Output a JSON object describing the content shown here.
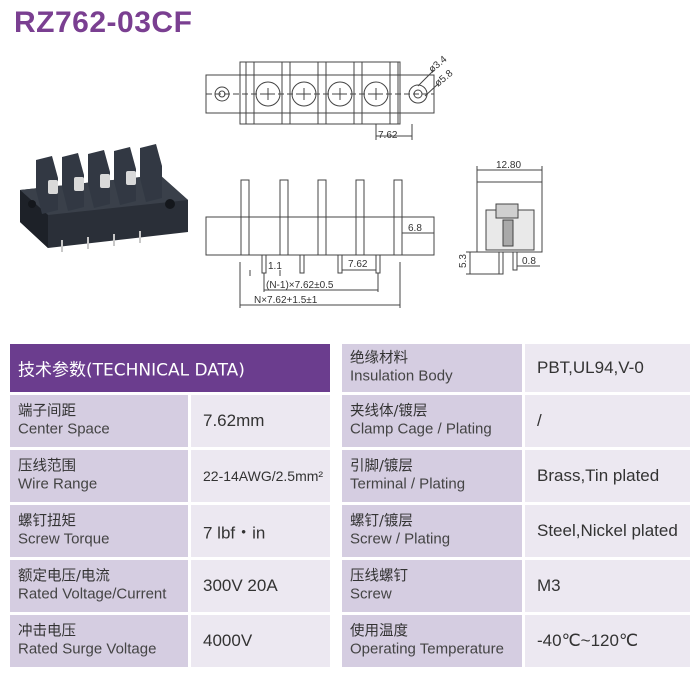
{
  "title": "RZ762-03CF",
  "drawing": {
    "dim_hole_small": "ø3.4",
    "dim_hole_large": "ø5.8",
    "dim_pitch_top": "7.62",
    "dim_side_width": "12.80",
    "dim_6_8": "6.8",
    "dim_1_1": "1.1",
    "dim_pitch_front": "7.62",
    "dim_n1": "(N-1)×7.62±0.5",
    "dim_total": "N×7.62+1.5±1",
    "dim_5_3": "5.3",
    "dim_0_8": "0.8"
  },
  "table": {
    "header_left": "技术参数(TECHNICAL DATA)",
    "left_rows": [
      {
        "zh": "端子间距",
        "en": "Center Space",
        "value": "7.62mm"
      },
      {
        "zh": "压线范围",
        "en": "Wire Range",
        "value": "22-14AWG/2.5mm²"
      },
      {
        "zh": "螺钉扭矩",
        "en": "Screw Torque",
        "value": "7 lbf・in"
      },
      {
        "zh": "额定电压/电流",
        "en": "Rated Voltage/Current",
        "value": "300V 20A"
      },
      {
        "zh": "冲击电压",
        "en": "Rated Surge Voltage",
        "value": "4000V"
      }
    ],
    "right_rows": [
      {
        "zh": "绝缘材料",
        "en": "Insulation Body",
        "value": "PBT,UL94,V-0"
      },
      {
        "zh": "夹线体/镀层",
        "en": "Clamp Cage / Plating",
        "value": "/"
      },
      {
        "zh": "引脚/镀层",
        "en": "Terminal / Plating",
        "value": "Brass,Tin plated"
      },
      {
        "zh": "螺钉/镀层",
        "en": "Screw / Plating",
        "value": "Steel,Nickel plated"
      },
      {
        "zh": "压线螺钉",
        "en": "Screw",
        "value": "M3"
      },
      {
        "zh": "使用温度",
        "en": "Operating Temperature",
        "value": "-40℃~120℃"
      }
    ]
  }
}
